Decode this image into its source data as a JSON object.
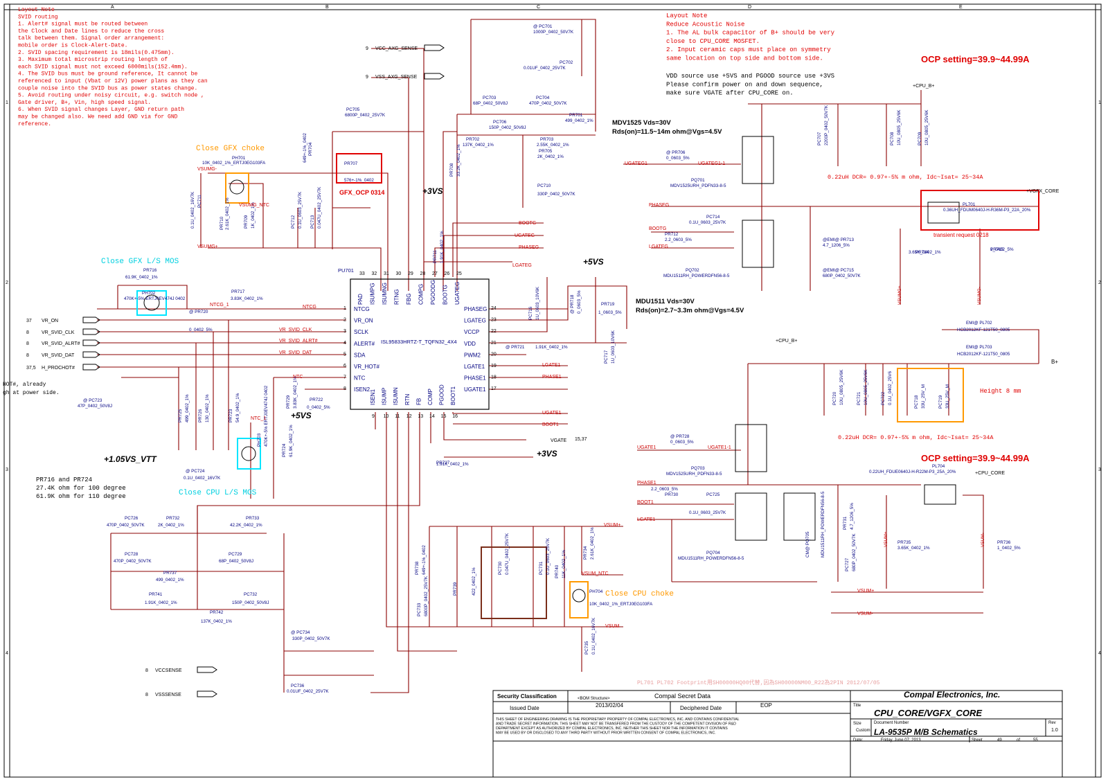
{
  "colors": {
    "wire": "#8b0000",
    "net": "#cc0000",
    "part": "#000080",
    "note": "#e00000",
    "orange": "#ff9900",
    "cyan": "#00e5ff",
    "brown": "#7a2e1a",
    "magenta": "#cc00cc",
    "frame": "#000000"
  },
  "border": {
    "top_cols": [
      "A",
      "B",
      "C",
      "D",
      "E"
    ],
    "side_rows": [
      "1",
      "2",
      "3",
      "4"
    ]
  },
  "layout_note_left": {
    "lines": [
      "Layout Note",
      "SVID routing",
      "1. Alert# signal must be routed between",
      "the Clock and Date lines to reduce the cross",
      "talk between them. Signal order arrangement:",
      "mobile order is Clock-Alert-Date.",
      "2. SVID spacing requirement is 18mils(0.475mm).",
      "3. Maximum total microstrip routing length of",
      "each SVID signal must not exceed 6000mils(152.4mm).",
      "4. The SVID bus must be ground reference, It cannot be",
      "referenced to input (Vbat or 12V) power plans as they can",
      "couple noise into the SVID bus as power states change.",
      "5. Avoid routing under noisy circuit, e.g. switch node ,",
      "Gate driver, B+, Vin, high speed signal.",
      "6. When SVID signal changes Layer, GND return path",
      "may be changed also. We need add GND via for GND",
      "reference."
    ]
  },
  "layout_note_right": {
    "lines": [
      "Layout Note",
      "Reduce Acoustic Noise",
      "1. The AL bulk capacitor of B+ should be very",
      "close to CPU_CORE MOSFET.",
      "2. Input ceramic caps must place on symmetry",
      "same location on top side and bottom side."
    ]
  },
  "vdd_note": {
    "lines": [
      "VDD source use +5VS and PGOOD source use +3VS",
      "Please confirm power on and down sequence,",
      "make sure VGATE after CPU_CORE on."
    ]
  },
  "left_fragment": [
    "HOT#, already",
    "gh at power side."
  ],
  "headings": {
    "close_gfx_choke": "Close GFX choke",
    "close_gfx_ls": "Close GFX L/S MOS",
    "close_cpu_ls": "Close CPU L/S MOS",
    "close_cpu_choke": "Close CPU choke",
    "gfx_ocp": "GFX_OCP 0314",
    "ocp1": "OCP setting=39.9~44.99A",
    "ocp2": "OCP setting=39.9~44.99A",
    "transient": "transient request 0218",
    "height": "Height 8 mm",
    "dcr1": "0.22uH DCR= 0.97+-5% m ohm, Idc~Isat= 25~34A",
    "dcr2": "0.22uH DCR= 0.97+-5% m ohm, Idc~Isat= 25~34A",
    "pr716_note": [
      "PR716 and PR724",
      "27.4K ohm for 100 degree",
      "61.9K ohm for 110 degree"
    ],
    "mdv_note": [
      "MDV1525 Vds=30V",
      "Rds(on)=11.5~14m ohm@Vgs=4.5V"
    ],
    "mdu_note": [
      "MDU1511 Vds=30V",
      "Rds(on)=2.7~3.3m ohm@Vgs=4.5V"
    ],
    "footprint": "PL701    PL702 Footprint用SH00000HQ00代替,因為SH00000NM00_R22為2PIN      2012/07/05"
  },
  "rails": {
    "p3vs_a": "+3VS",
    "p5vs_a": "+5VS",
    "p5vs_b": "+5VS",
    "p105": "+1.05VS_VTT",
    "p3vs_b": "+3VS",
    "cpu_b1": "+CPU_B+",
    "cpu_b2": "+CPU_B+",
    "vgfx_core": "+VGFX_CORE",
    "cpu_core": "+CPU_CORE",
    "bplus": "B+"
  },
  "ic": {
    "refdes": "PU701",
    "part": "ISL95833HRTZ-T_TQFN32_4X4",
    "left_pins": [
      {
        "num": "1",
        "name": "NTCG"
      },
      {
        "num": "2",
        "name": "VR_ON"
      },
      {
        "num": "3",
        "name": "SCLK"
      },
      {
        "num": "4",
        "name": "ALERT#"
      },
      {
        "num": "5",
        "name": "SDA"
      },
      {
        "num": "6",
        "name": "VR_HOT#"
      },
      {
        "num": "7",
        "name": "NTC"
      },
      {
        "num": "8",
        "name": "ISEN2"
      }
    ],
    "right_pins": [
      {
        "num": "24",
        "name": "PHASEG"
      },
      {
        "num": "23",
        "name": "LGATEG"
      },
      {
        "num": "22",
        "name": "VCCP"
      },
      {
        "num": "21",
        "name": "VDD"
      },
      {
        "num": "20",
        "name": "PWM2"
      },
      {
        "num": "19",
        "name": "LGATE1"
      },
      {
        "num": "18",
        "name": "PHASE1"
      },
      {
        "num": "17",
        "name": "UGATE1"
      }
    ],
    "top_pins": [
      {
        "num": "33",
        "name": "PAD"
      },
      {
        "num": "32",
        "name": "ISUMPG"
      },
      {
        "num": "31",
        "name": "ISUMNG"
      },
      {
        "num": "30",
        "name": "RTNG"
      },
      {
        "num": "29",
        "name": "FBG"
      },
      {
        "num": "28",
        "name": "COMPG"
      },
      {
        "num": "27",
        "name": "PGOODG"
      },
      {
        "num": "26",
        "name": "BOOTG"
      },
      {
        "num": "25",
        "name": "UGATEG"
      }
    ],
    "bottom_pins": [
      {
        "num": "9",
        "name": "ISEN1"
      },
      {
        "num": "10",
        "name": "ISUMP"
      },
      {
        "num": "11",
        "name": "ISUMN"
      },
      {
        "num": "12",
        "name": "RTN"
      },
      {
        "num": "13",
        "name": "FB"
      },
      {
        "num": "14",
        "name": "COMP"
      },
      {
        "num": "15",
        "name": "PGOOD"
      },
      {
        "num": "16",
        "name": "BOOT1"
      }
    ]
  },
  "off_page": [
    {
      "num": "37",
      "name": "VR_ON"
    },
    {
      "num": "8",
      "name": "VR_SVID_CLK"
    },
    {
      "num": "8",
      "name": "VR_SVID_ALRT#"
    },
    {
      "num": "8",
      "name": "VR_SVID_DAT"
    },
    {
      "num": "37,5",
      "name": "H_PROCHOT#"
    }
  ],
  "sense_ports": [
    {
      "num": "9",
      "name": "VCC_AXG_SENSE"
    },
    {
      "num": "9",
      "name": "VSS_AXG_SENSE"
    },
    {
      "num": "8",
      "name": "VCCSENSE"
    },
    {
      "num": "8",
      "name": "VSSSENSE"
    }
  ],
  "vgate": {
    "name": "VGATE",
    "pages": "15,37"
  },
  "nets": {
    "vsumg_minus": "VSUMG-",
    "vsumg_plus": "VSUMG+",
    "vsumg_ntc": "VSUMG_NTC",
    "ntcg": "NTCG",
    "ntcg1": "NTCG_1",
    "svid_clk": "VR_SVID_CLK",
    "svid_alrt": "VR_SVID_ALRT#",
    "svid_dat": "VR_SVID_DAT",
    "ntc": "NTC",
    "ntc1": "NTC_1",
    "bootg": "BOOTG",
    "ugateg": "UGATEG",
    "phaseg": "PHASEG",
    "lgateg": "LGATEG",
    "lgate1": "LGATE1",
    "phase1": "PHASE1",
    "ugate1": "UGATE1",
    "boot1": "BOOT1",
    "ugateg1": "UGATEG1",
    "ugateg1_1": "UGATEG1-1",
    "bootg1": "BOOTG",
    "phaseg1": "PHASEG",
    "lgateg1": "LGATEG",
    "ugate1b": "UGATE1",
    "ugate1_1": "UGATE1-1",
    "phase1b": "PHASE1",
    "boot1b": "BOOT1",
    "lgate1b": "LGATE1",
    "vsum_plus": "VSUM+",
    "vsum_ntc": "VSUM_NTC",
    "vsum": "VSUM",
    "vsum_plus2": "VSUM+",
    "vsum_minus2": "VSUM-",
    "vsumg_plus_v": "VSUMG+",
    "vsumg_minus_v": "VSUMG-",
    "vsum_plus_v": "VSUM+",
    "vsum_minus_v": "VSUM-"
  },
  "parts": [
    {
      "ref": "@ PC701",
      "val": "1000P_0402_50V7K"
    },
    {
      "ref": "PC702",
      "val": "0.01UF_0402_25V7K"
    },
    {
      "ref": "PC703",
      "val": "68P_0402_50V8J"
    },
    {
      "ref": "PC704",
      "val": "470P_0402_50V7K"
    },
    {
      "ref": "PR701",
      "val": "499_0402_1%"
    },
    {
      "ref": "PC705",
      "val": "6800P_0402_25V7K"
    },
    {
      "ref": "PC706",
      "val": "150P_0402_50V8J"
    },
    {
      "ref": "PR702",
      "val": "137K_0402_1%"
    },
    {
      "ref": "PR703",
      "val": "2.55K_0402_1%"
    },
    {
      "ref": "PR705",
      "val": "2K_0402_1%"
    },
    {
      "ref": "PR704",
      "val": "649+-1%_0402"
    },
    {
      "ref": "PR707",
      "val": "576+-1%_0402"
    },
    {
      "ref": "PR708",
      "val": "33.2K_0402_1%"
    },
    {
      "ref": "PC710",
      "val": "330P_0402_50V7K"
    },
    {
      "ref": "PH701",
      "val": "10K_0402_1%_ERTJ0EG103FA"
    },
    {
      "ref": "PC711",
      "val": "0.1U_0402_16V7K"
    },
    {
      "ref": "PR710",
      "val": "2.61K_0402_1%"
    },
    {
      "ref": "PR709",
      "val": "1K_0402_1%"
    },
    {
      "ref": "PC712",
      "val": "0.1U_0603_25V7K"
    },
    {
      "ref": "PC713",
      "val": "0.047U_0402_25V7K"
    },
    {
      "ref": "PR711",
      "val": "1.91K_0402_1%"
    },
    {
      "ref": "PR716",
      "val": "61.9K_0402_1%"
    },
    {
      "ref": "PH702",
      "val": "470K+-5% ERTJ0EV474J 0402"
    },
    {
      "ref": "PR717",
      "val": "3.83K_0402_1%"
    },
    {
      "ref": "@ PR720",
      "val": "0_0402_5%"
    },
    {
      "ref": "PC716",
      "val": "1U_0603_10V6K"
    },
    {
      "ref": "@ PR718",
      "val": "0_0603_5%"
    },
    {
      "ref": "PR719",
      "val": "1_0603_5%"
    },
    {
      "ref": "@ PR721",
      "val": "1.91K_0402_1%"
    },
    {
      "ref": "PC717",
      "val": "1U_0603_10V6K"
    },
    {
      "ref": "@ PC723",
      "val": "47P_0402_50V8J"
    },
    {
      "ref": "PR725",
      "val": "499_0402_1%"
    },
    {
      "ref": "PR726",
      "val": "130_0402_1%"
    },
    {
      "ref": "PR723",
      "val": "54.9_0402_1%"
    },
    {
      "ref": "PR729",
      "val": "3.83K_0402_1%"
    },
    {
      "ref": "PR722",
      "val": "0_0402_5%"
    },
    {
      "ref": "PH703",
      "val": "470K+-5% ERTJ0EV474J 0402"
    },
    {
      "ref": "PR724",
      "val": "61.9K_0402_1%"
    },
    {
      "ref": "@ PC724",
      "val": "0.1U_0402_16V7K"
    },
    {
      "ref": "PR727",
      "val": "1.91K_0402_1%"
    },
    {
      "ref": "PC726",
      "val": "470P_0402_50V7K"
    },
    {
      "ref": "PR732",
      "val": "2K_0402_1%"
    },
    {
      "ref": "PR733",
      "val": "42.2K_0402_1%"
    },
    {
      "ref": "PC728",
      "val": "470P_0402_50V7K"
    },
    {
      "ref": "PR737",
      "val": "499_0402_1%"
    },
    {
      "ref": "PC729",
      "val": "68P_0402_50V8J"
    },
    {
      "ref": "PR741",
      "val": "1.91K_0402_1%"
    },
    {
      "ref": "PR742",
      "val": "137K_0402_1%"
    },
    {
      "ref": "PC732",
      "val": "150P_0402_50V8J"
    },
    {
      "ref": "@ PC734",
      "val": "330P_0402_50V7K"
    },
    {
      "ref": "PC736",
      "val": "0.01UF_0402_25V7K"
    },
    {
      "ref": "PR738",
      "val": "649+-1%_0402"
    },
    {
      "ref": "PC733",
      "val": "6800P_0402_25V7K"
    },
    {
      "ref": "PR739",
      "val": "422_0402_1%"
    },
    {
      "ref": "PC730",
      "val": "0.047U_0402_25V7K"
    },
    {
      "ref": "PC731",
      "val": "0.1U_0603_25V7K"
    },
    {
      "ref": "PR740",
      "val": "11K_0402_1%"
    },
    {
      "ref": "PR734",
      "val": "2.61K_0402_1%"
    },
    {
      "ref": "PH704",
      "val": "10K_0402_1%_ERTJ0EG103FA"
    },
    {
      "ref": "PC735",
      "val": "0.1U_0402_16V7K"
    },
    {
      "ref": "@ PR706",
      "val": "0_0603_5%"
    },
    {
      "ref": "PQ701",
      "val": "MDV1525URH_PDFN33-8-5"
    },
    {
      "ref": "PC714",
      "val": "0.1U_0603_25V7K"
    },
    {
      "ref": "PR712",
      "val": "2.2_0603_5%"
    },
    {
      "ref": "PQ702",
      "val": "MDU1511RH_POWERDFN56-8-5"
    },
    {
      "ref": "@EMI@ PR713",
      "val": "4.7_1206_5%"
    },
    {
      "ref": "@EMI@ PC715",
      "val": "680P_0402_50V7K"
    },
    {
      "ref": "PC707",
      "val": "2200P_0402_50V7K"
    },
    {
      "ref": "PC708",
      "val": "10U_0805_25V6K"
    },
    {
      "ref": "PC709",
      "val": "10U_0805_25V6K"
    },
    {
      "ref": "PL701",
      "val": "0.36UH_FDUM0640J-H-R36M-P3_22A_20%"
    },
    {
      "ref": "PR714",
      "val": "3.65K_0402_1%"
    },
    {
      "ref": "PR715",
      "val": "1_0402_5%"
    },
    {
      "ref": "EMI@ PL702",
      "val": "HCB2012KF-121T50_0805"
    },
    {
      "ref": "EMI@ PL703",
      "val": "HCB2012KF-121T50_0805"
    },
    {
      "ref": "PC720",
      "val": "10U_0805_25V6K"
    },
    {
      "ref": "PC721",
      "val": "10U_0805_25V6K"
    },
    {
      "ref": "PC722",
      "val": "0.1U_0402_25V6"
    },
    {
      "ref": "PC718",
      "val": "33U_25V_M"
    },
    {
      "ref": "PC719",
      "val": "33U_25V_M"
    },
    {
      "ref": "@ PR728",
      "val": "0_0603_5%"
    },
    {
      "ref": "PQ703",
      "val": "MDV1525URH_PDFN33-8-5"
    },
    {
      "ref": "PR730",
      "val": "2.2_0603_5%"
    },
    {
      "ref": "PC725",
      "val": "0.1U_0603_25V7K"
    },
    {
      "ref": "PQ704",
      "val": "MDU1511RH_POWERDFN56-8-5"
    },
    {
      "ref": "CM@ PQ705",
      "val": "MDU1511RH_POWERDFN56-8-5"
    },
    {
      "ref": "PR731",
      "val": "4.7_1206_5%"
    },
    {
      "ref": "PC727",
      "val": "680P_0402_50V7K"
    },
    {
      "ref": "PL704",
      "val": "0.22UH_FDUE0640J-H-R22M-P3_25A_20%"
    },
    {
      "ref": "PR735",
      "val": "3.65K_0402_1%"
    },
    {
      "ref": "PR736",
      "val": "1_0402_5%"
    }
  ],
  "title_block": {
    "security_label": "Security Classification",
    "security_value": "Compal Secret Data",
    "bom": "<BOM Structure>",
    "issued_label": "Issued Date",
    "issued_value": "2013/02/04",
    "decipher_label": "Deciphered Date",
    "decipher_value": "EOP",
    "company": "Compal Electronics, Inc.",
    "title_label": "Title",
    "title_value": "CPU_CORE/VGFX_CORE",
    "size_label": "Size",
    "doc_label": "Document Number",
    "doc_value": "LA-9535P  M/B Schematics",
    "custom": "Custom",
    "rev_label": "Rev",
    "rev_value": "1.0",
    "date_label": "Date:",
    "date_value": "Friday, June 07, 2013",
    "sheet_label": "Sheet",
    "sheet_value": "49",
    "of_label": "of",
    "of_value": "55",
    "legal": [
      "THIS SHEET OF ENGINEERING DRAWING IS THE PROPRIETARY PROPERTY OF COMPAL ELECTRONICS, INC. AND CONTAINS CONFIDENTIAL",
      "AND TRADE SECRET INFORMATION. THIS SHEET MAY NOT BE TRANSFERED FROM THE CUSTODY OF THE COMPETENT DIVISION OF R&D",
      "DEPARTMENT EXCEPT AS AUTHORIZED BY COMPAL ELECTRONICS, INC. NEITHER THIS SHEET NOR THE INFORMATION IT CONTAINS",
      "MAY BE USED BY OR DISCLOSED TO ANY THIRD PARTY WITHOUT PRIOR WRITTEN CONSENT OF COMPAL ELECTRONICS, INC."
    ]
  }
}
